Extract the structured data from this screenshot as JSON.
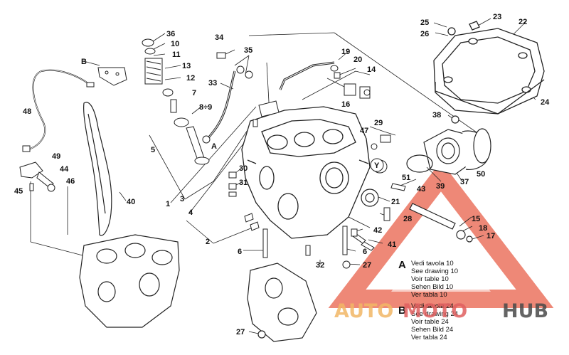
{
  "callouts": {
    "c36": "36",
    "c10": "10",
    "c11": "11",
    "c13": "13",
    "c12": "12",
    "c7": "7",
    "c8_9": "8÷9",
    "c5": "5",
    "cB": "B",
    "c48": "48",
    "c49": "49",
    "c44": "44",
    "c45": "45",
    "c46": "46",
    "c40": "40",
    "c34": "34",
    "c35": "35",
    "c33": "33",
    "cA": "A",
    "c19": "19",
    "c20": "20",
    "c14": "14",
    "c16": "16",
    "c25": "25",
    "c23": "23",
    "c26": "26",
    "c22": "22",
    "c24": "24",
    "c38": "38",
    "c29": "29",
    "c47": "47",
    "c51": "51",
    "c43": "43",
    "c39": "39",
    "c37": "37",
    "c50": "50",
    "c21": "21",
    "c28": "28",
    "c15": "15",
    "c18": "18",
    "c17": "17",
    "c42": "42",
    "c41": "41",
    "c6a": "6",
    "c6b": "6",
    "c32": "32",
    "c27a": "27",
    "c27b": "27",
    "c30": "30",
    "c31": "31",
    "c1": "1",
    "c3": "3",
    "c4": "4",
    "c2": "2",
    "cY": "Y"
  },
  "references": {
    "a": {
      "letter": "A",
      "lines": [
        "Vedi tavola 10",
        "See drawing 10",
        "Voir table 10",
        "Sehen Bild 10",
        "Ver tabla 10"
      ]
    },
    "b": {
      "letter": "B",
      "lines": [
        "Vedi tavola 24",
        "See drawing 24",
        "Voir table 24",
        "Sehen Bild 24",
        "Ver tabla 24"
      ]
    }
  },
  "watermark": {
    "part1": "AUTO",
    "part2": "MOTO",
    "part3": "HUB",
    "colors": {
      "orange": "#f2b766",
      "red": "#e06060",
      "dark": "#4a4a4a"
    }
  }
}
